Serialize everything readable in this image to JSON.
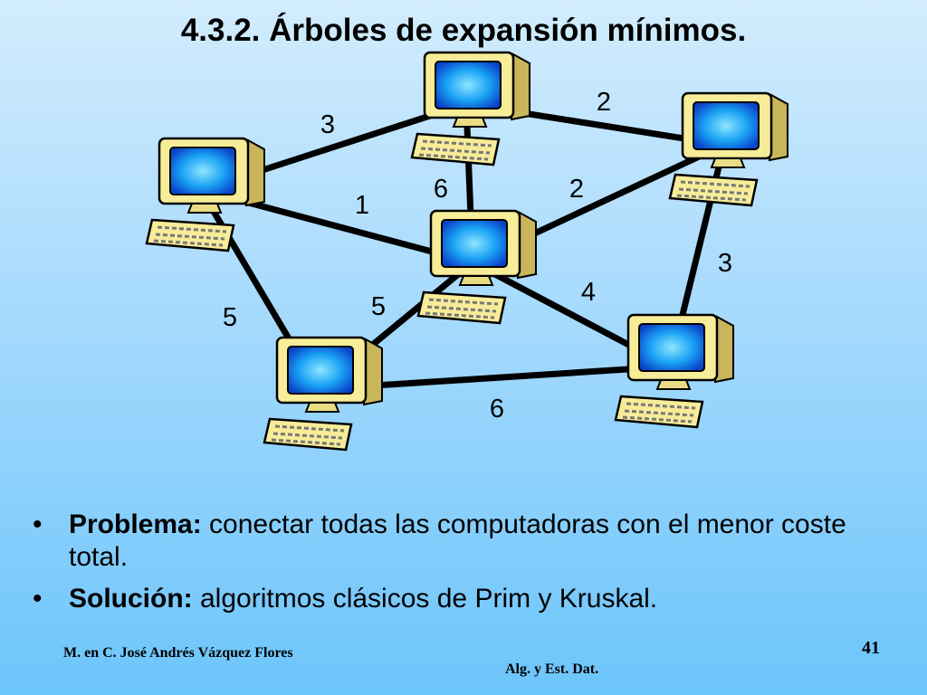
{
  "title": "4.3.2. Árboles de expansión mínimos.",
  "graph": {
    "nodes": [
      {
        "id": "top",
        "icon": "computer-icon"
      },
      {
        "id": "right",
        "icon": "computer-icon"
      },
      {
        "id": "left",
        "icon": "computer-icon"
      },
      {
        "id": "center",
        "icon": "computer-icon"
      },
      {
        "id": "bottom-left",
        "icon": "computer-icon"
      },
      {
        "id": "bottom-right",
        "icon": "computer-icon"
      }
    ],
    "edges": [
      {
        "from": "left",
        "to": "top",
        "weight": "3"
      },
      {
        "from": "top",
        "to": "right",
        "weight": "2"
      },
      {
        "from": "top",
        "to": "center",
        "weight": "6"
      },
      {
        "from": "center",
        "to": "right",
        "weight": "2"
      },
      {
        "from": "left",
        "to": "center",
        "weight": "1"
      },
      {
        "from": "right",
        "to": "bottom-right",
        "weight": "3"
      },
      {
        "from": "center",
        "to": "bottom-right",
        "weight": "4"
      },
      {
        "from": "left",
        "to": "bottom-left",
        "weight": "5"
      },
      {
        "from": "bottom-left",
        "to": "center",
        "weight": "5"
      },
      {
        "from": "bottom-left",
        "to": "bottom-right",
        "weight": "6"
      }
    ]
  },
  "bullets": [
    {
      "bullet": "•",
      "bold": "Problema:",
      "text": " conectar todas las computadoras con el menor coste total."
    },
    {
      "bullet": "•",
      "bold": "Solución:",
      "text": " algoritmos clásicos de Prim y Kruskal."
    }
  ],
  "footer": {
    "author": "M. en C. José Andrés Vázquez Flores",
    "course": "Alg. y Est. Dat.",
    "page": "41"
  },
  "colors": {
    "edge": "#000000",
    "screen": "#1a8cf0",
    "monitor": "#f7ec98"
  }
}
